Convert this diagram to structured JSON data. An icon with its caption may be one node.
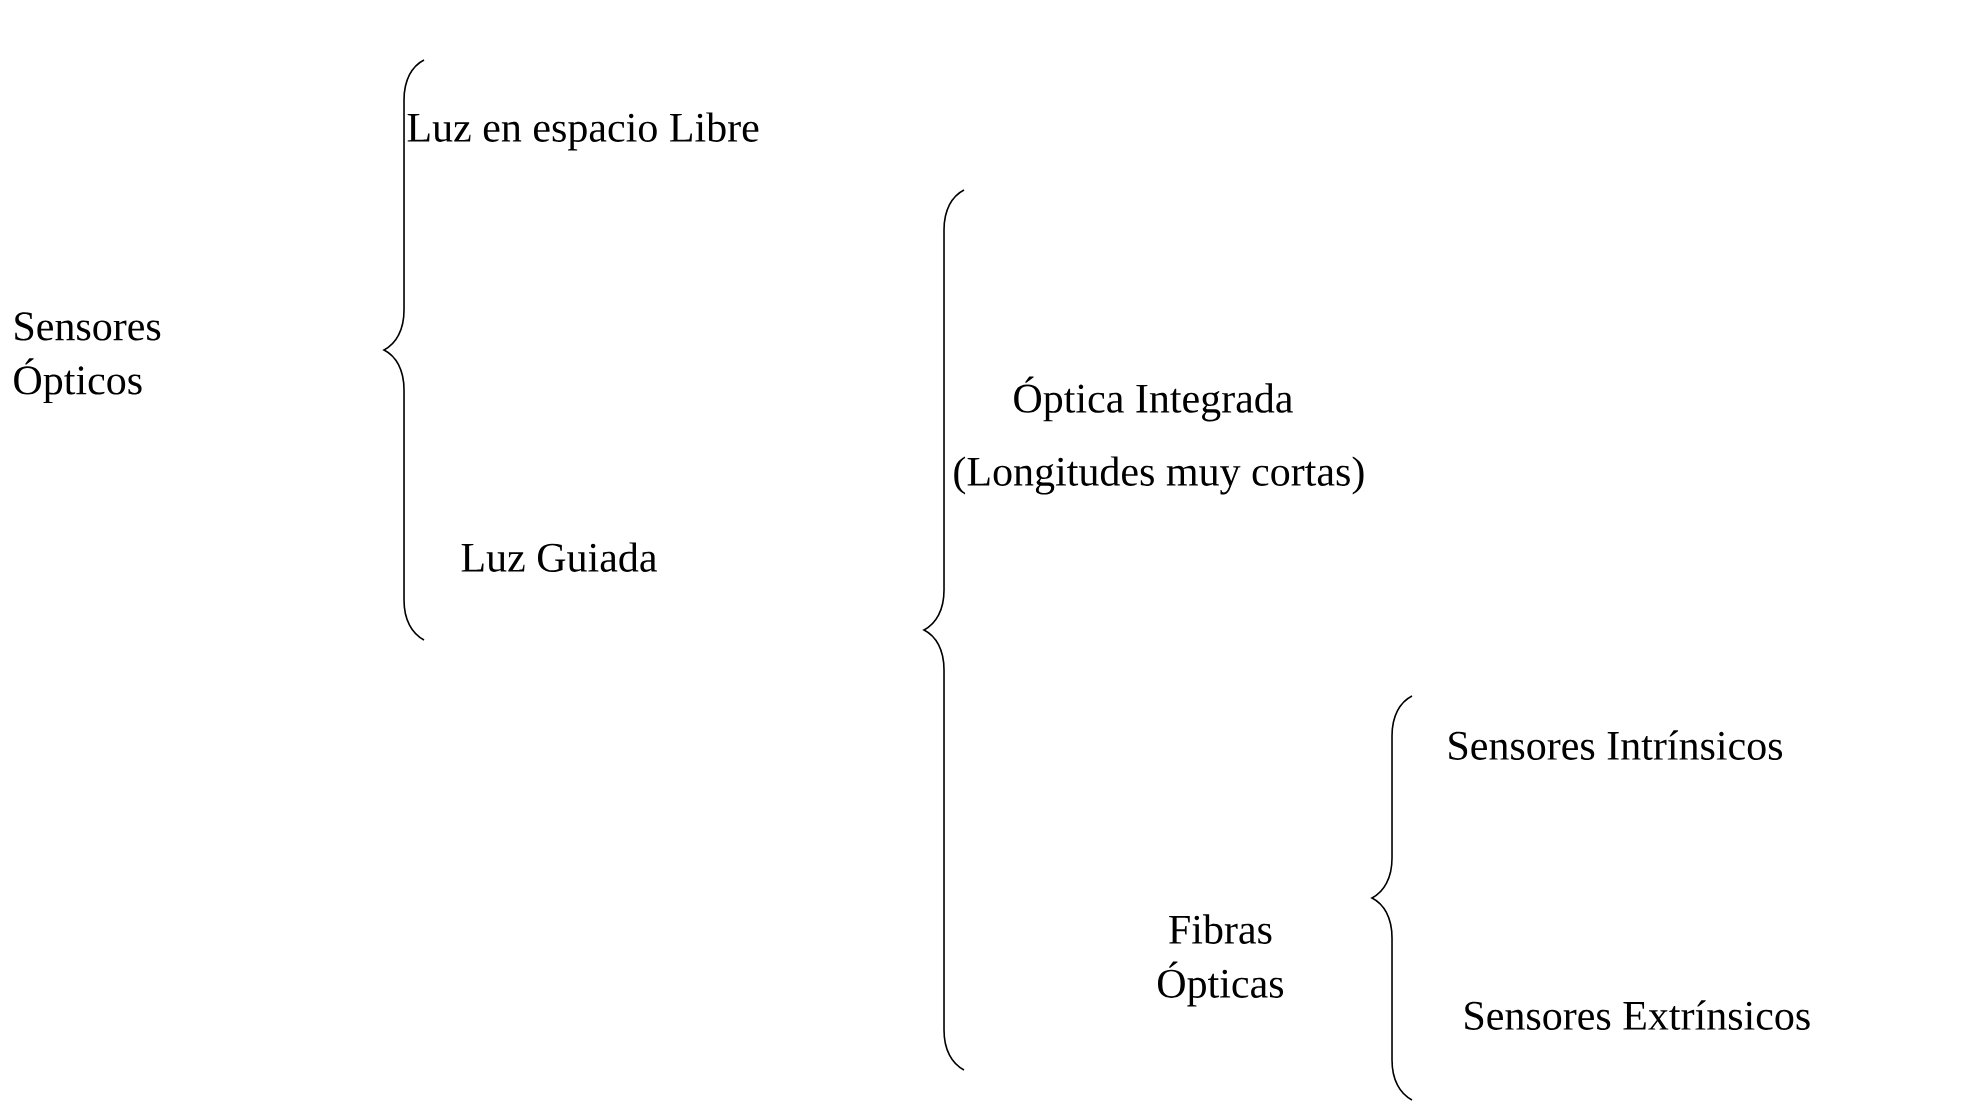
{
  "diagram": {
    "labels": [
      "Luz en espacio Libre",
      "Sensores Ópticos",
      "Óptica Integrada",
      "(Longitudes muy cortas)",
      "Luz Guiada",
      "Sensores Intrínsicos",
      "Fibras Ópticas",
      "Sensores Extrínsicos"
    ]
  }
}
